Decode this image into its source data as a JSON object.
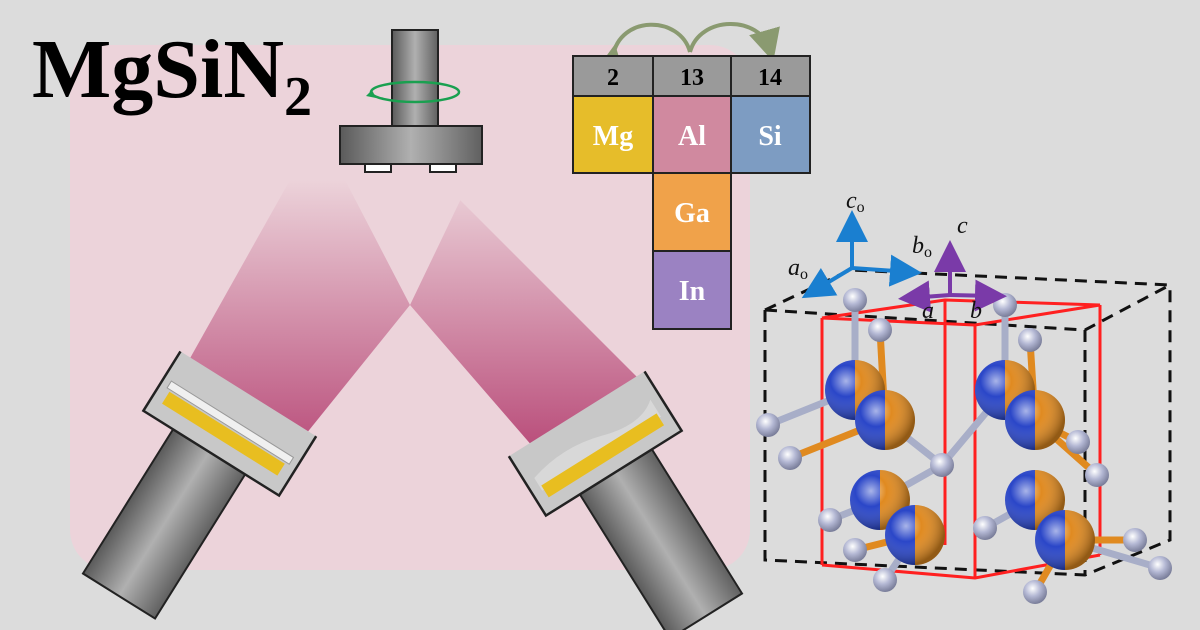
{
  "title": {
    "main": "MgSiN",
    "subscript": "2"
  },
  "periodic_table": {
    "groups": [
      "2",
      "13",
      "14"
    ],
    "elements": [
      {
        "symbol": "Mg",
        "group": "2",
        "color": "#e6bd2a"
      },
      {
        "symbol": "Al",
        "group": "13",
        "color": "#d0899f"
      },
      {
        "symbol": "Si",
        "group": "14",
        "color": "#7d9cc2"
      },
      {
        "symbol": "Ga",
        "group": "13",
        "color": "#f0a24a"
      },
      {
        "symbol": "In",
        "group": "13",
        "color": "#9b82c2"
      }
    ],
    "header_color": "#9a9a9a"
  },
  "axes": {
    "orthorhombic": {
      "a": "a",
      "a_sub": "o",
      "b": "b",
      "b_sub": "o",
      "c": "c",
      "c_sub": "o",
      "color": "#1a7fd0"
    },
    "hexagonal": {
      "a": "a",
      "b": "b",
      "c": "c",
      "color": "#7a3aa8"
    }
  },
  "colors": {
    "background": "#dcdcdc",
    "chamber": "#ecd3da",
    "plasma": "#b84a78",
    "cell": "#ff2020",
    "mg_si_blue": "#2a46c8",
    "n_orange": "#e08a20"
  }
}
